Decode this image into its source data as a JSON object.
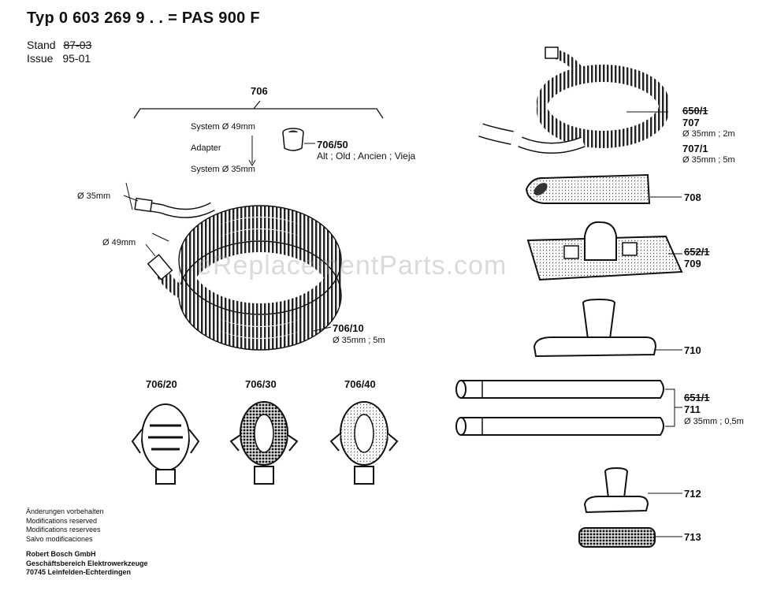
{
  "header": {
    "type_line": "Typ 0 603 269 9 . .  =  PAS 900 F",
    "stand_label": "Stand",
    "stand_value": "87-03",
    "issue_label": "Issue",
    "issue_value": "95-01"
  },
  "group_706": {
    "number": "706",
    "system_49": "System  Ø 49mm",
    "adapter": "Adapter",
    "system_35": "System  Ø 35mm",
    "adapter_part": "706/50",
    "adapter_desc": "Alt ; Old ; Ancien ; Vieja"
  },
  "hose_706_10": {
    "dim_35": "Ø 35mm",
    "dim_49": "Ø 49mm",
    "part": "706/10",
    "desc": "Ø 35mm ; 5m"
  },
  "nozzles": [
    {
      "part": "706/20"
    },
    {
      "part": "706/30"
    },
    {
      "part": "706/40"
    }
  ],
  "right_parts": {
    "p650": "650/1",
    "p707": "707",
    "p707_desc": "Ø 35mm ; 2m",
    "p707_1": "707/1",
    "p707_1_desc": "Ø 35mm ; 5m",
    "p708": "708",
    "p652": "652/1",
    "p709": "709",
    "p710": "710",
    "p651": "651/1",
    "p711": "711",
    "p711_desc": "Ø 35mm ; 0,5m",
    "p712": "712",
    "p713": "713"
  },
  "footer": {
    "lines": [
      "Änderungen vorbehalten",
      "Modifications reserved",
      "Modifications reservees",
      "Salvo modificaciones"
    ],
    "company": [
      "Robert Bosch GmbH",
      "Geschäftsbereich Elektrowerkzeuge",
      "70745 Leinfelden-Echterdingen"
    ]
  },
  "watermark": "eReplacementParts.com"
}
